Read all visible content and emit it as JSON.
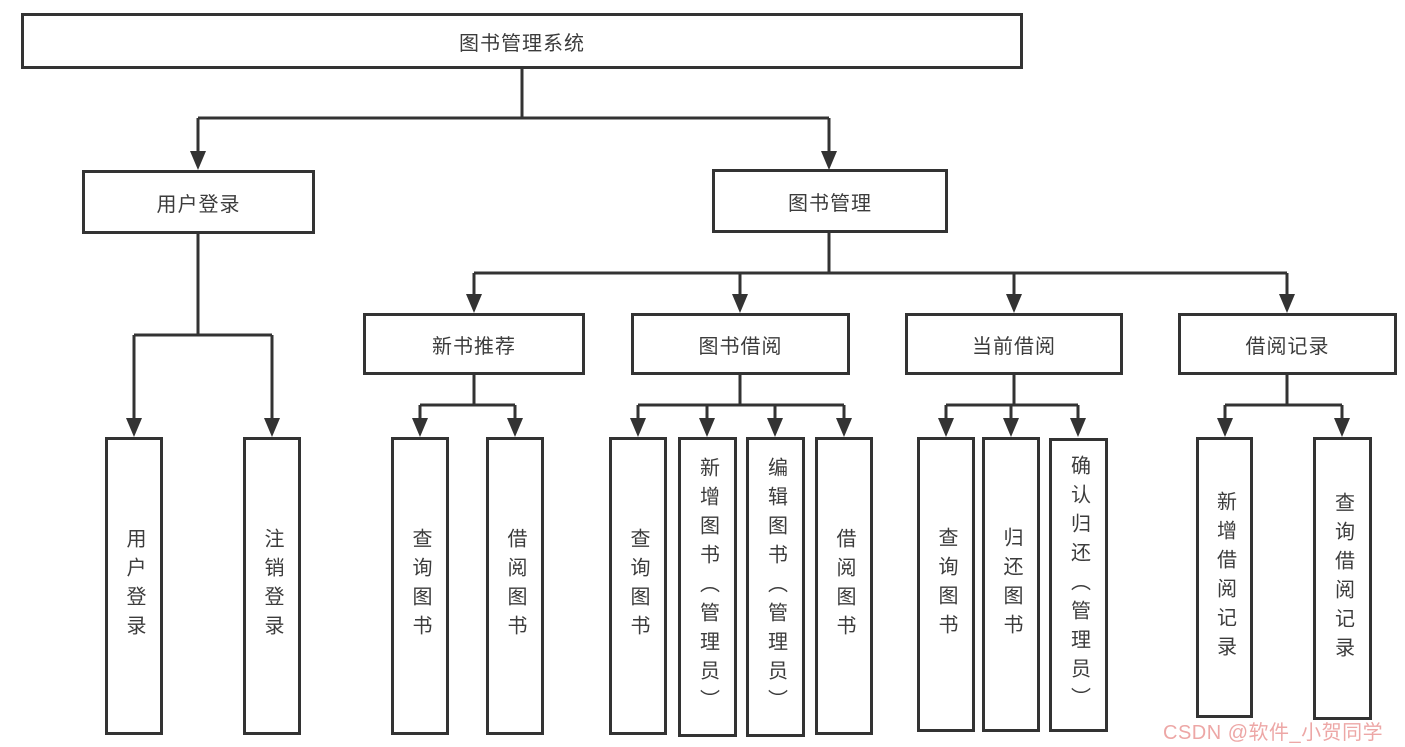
{
  "diagram": {
    "root": {
      "label": "图书管理系统",
      "children": [
        {
          "label": "用户登录",
          "children": [
            {
              "label": "用户登录"
            },
            {
              "label": "注销登录"
            }
          ]
        },
        {
          "label": "图书管理",
          "children": [
            {
              "label": "新书推荐",
              "children": [
                {
                  "label": "查询图书"
                },
                {
                  "label": "借阅图书"
                }
              ]
            },
            {
              "label": "图书借阅",
              "children": [
                {
                  "label": "查询图书"
                },
                {
                  "label": "新增图书（管理员）"
                },
                {
                  "label": "编辑图书（管理员）"
                },
                {
                  "label": "借阅图书"
                }
              ]
            },
            {
              "label": "当前借阅",
              "children": [
                {
                  "label": "查询图书"
                },
                {
                  "label": "归还图书"
                },
                {
                  "label": "确认归还（管理员）"
                }
              ]
            },
            {
              "label": "借阅记录",
              "children": [
                {
                  "label": "新增借阅记录"
                },
                {
                  "label": "查询借阅记录"
                }
              ]
            }
          ]
        }
      ]
    }
  },
  "watermark": {
    "text": "CSDN @软件_小贺同学",
    "color": "#eda7a6"
  },
  "colors": {
    "line": "#333333",
    "box_border": "#333333",
    "text": "#3c3c3c",
    "background": "#ffffff"
  }
}
